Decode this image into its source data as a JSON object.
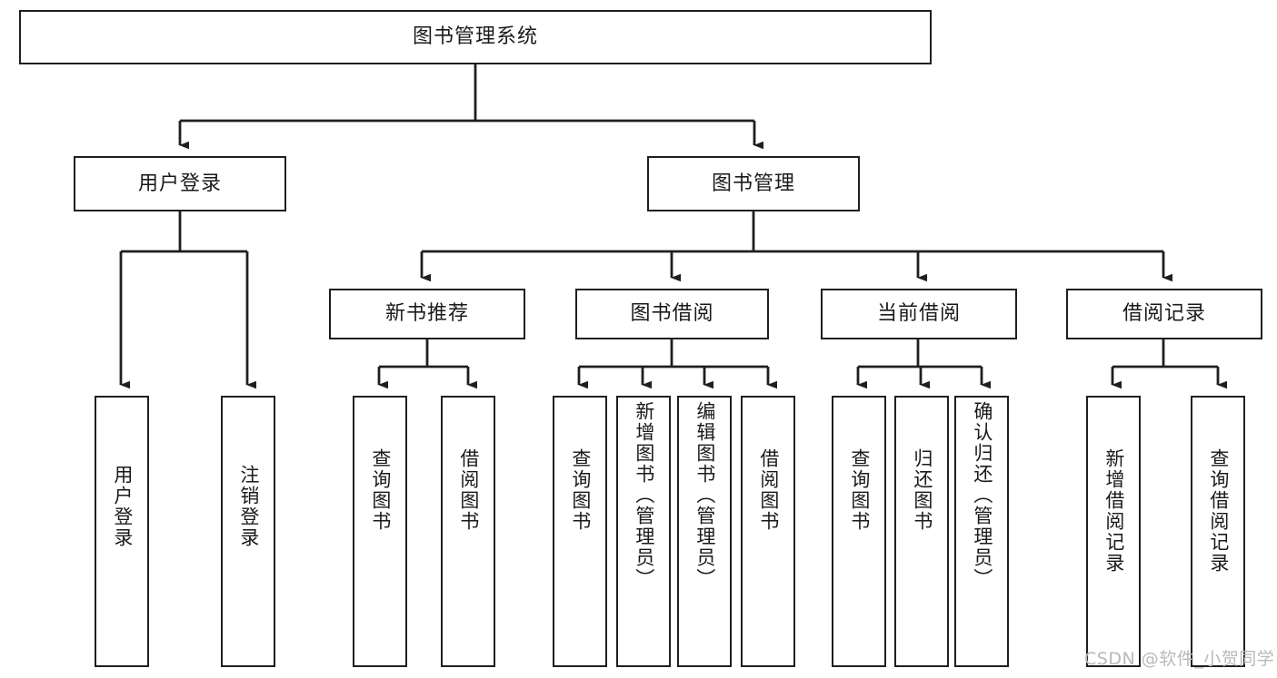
{
  "diagram": {
    "title": "图书管理系统",
    "type": "tree",
    "root": {
      "id": "root",
      "label": "图书管理系统"
    },
    "level2": [
      {
        "id": "user-login",
        "label": "用户登录"
      },
      {
        "id": "book-management",
        "label": "图书管理"
      }
    ],
    "level3": [
      {
        "id": "new-book-recommend",
        "label": "新书推荐",
        "parent": "book-management"
      },
      {
        "id": "book-borrow",
        "label": "图书借阅",
        "parent": "book-management"
      },
      {
        "id": "current-borrow",
        "label": "当前借阅",
        "parent": "book-management"
      },
      {
        "id": "borrow-record",
        "label": "借阅记录",
        "parent": "book-management"
      }
    ],
    "leaves": {
      "user_login": [
        {
          "id": "leaf-user-login",
          "label": "用户登录"
        },
        {
          "id": "leaf-logout-login",
          "label": "注销登录"
        }
      ],
      "new_book_recommend": [
        {
          "id": "leaf-query-book-1",
          "label": "查询图书"
        },
        {
          "id": "leaf-borrow-book-1",
          "label": "借阅图书"
        }
      ],
      "book_borrow": [
        {
          "id": "leaf-query-book-2",
          "label": "查询图书"
        },
        {
          "id": "leaf-add-book",
          "label": "新增图书（管理员）"
        },
        {
          "id": "leaf-edit-book",
          "label": "编辑图书（管理员）"
        },
        {
          "id": "leaf-borrow-book-2",
          "label": "借阅图书"
        }
      ],
      "current_borrow": [
        {
          "id": "leaf-query-book-3",
          "label": "查询图书"
        },
        {
          "id": "leaf-return-book",
          "label": "归还图书"
        },
        {
          "id": "leaf-confirm-return",
          "label": "确认归还（管理员）"
        }
      ],
      "borrow_record": [
        {
          "id": "leaf-add-record",
          "label": "新增借阅记录"
        },
        {
          "id": "leaf-query-record",
          "label": "查询借阅记录"
        }
      ]
    }
  },
  "watermark": {
    "text": "CSDN @软件_小贺同学"
  },
  "colors": {
    "stroke": "#1f1f1f",
    "fill": "#ffffff",
    "text": "#1a1a1a",
    "watermark": "#b9b9b9"
  }
}
